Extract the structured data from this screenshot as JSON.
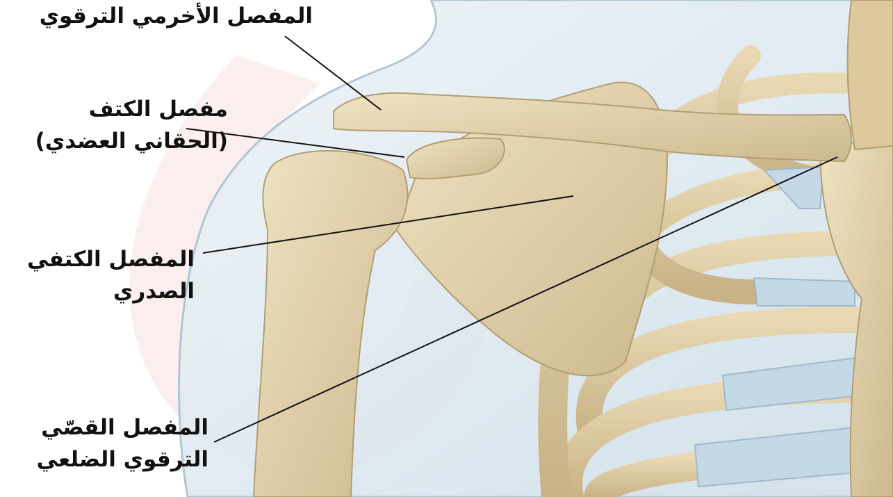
{
  "colors": {
    "background": "#ffffff",
    "skin": "#d7e6ee",
    "bone": "#e4d3ab",
    "bone_shade": "#c9b488",
    "cartilage": "#bcd3e2",
    "text": "#111111",
    "leader": "#111111",
    "watermark": "#f2c8c8"
  },
  "labels": {
    "acromioclavicular": "المفصل الأخرمي الترقوي",
    "glenohumeral": {
      "line1": "مفصل الكتف",
      "line2": "(الحقاني العضدي)"
    },
    "scapulothoracic": {
      "line1": "المفصل الكتفي",
      "line2": "الصدري"
    },
    "sternoclavicular": {
      "line1": "المفصل القصّي",
      "line2": "الترقوي الضلعي"
    }
  }
}
